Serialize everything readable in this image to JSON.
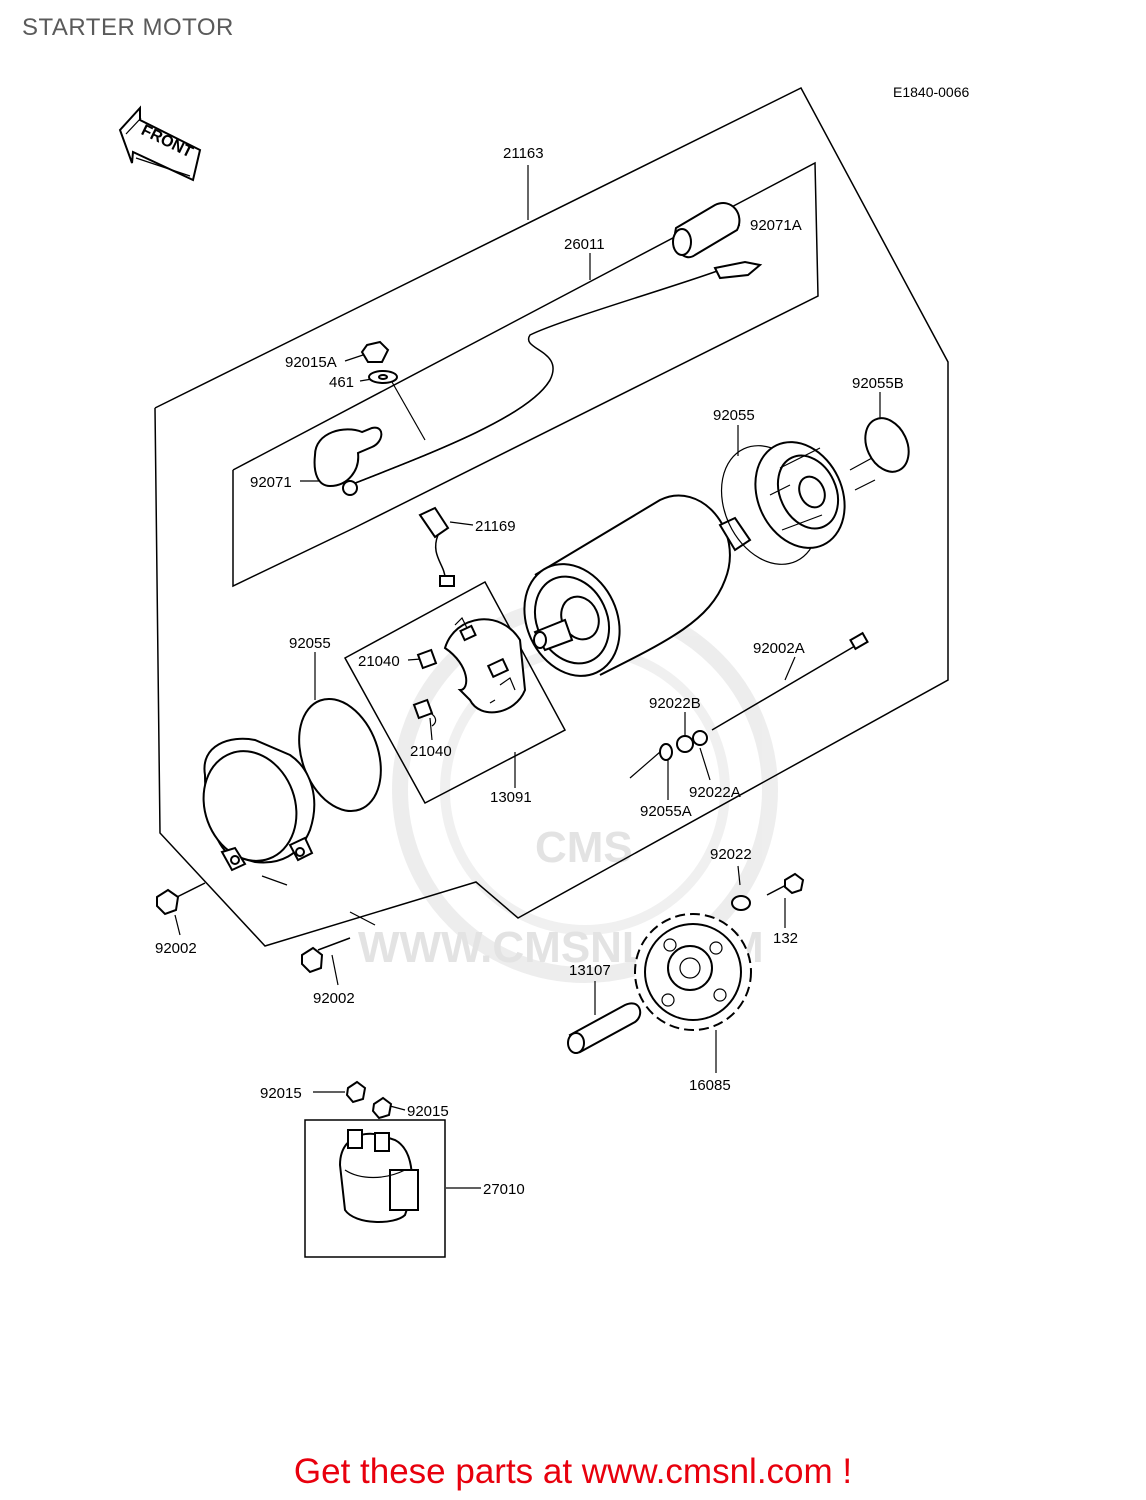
{
  "page": {
    "title": "STARTER MOTOR",
    "diagram_code": "E1840-0066"
  },
  "front_arrow": "FRONT",
  "watermark": {
    "logo": "CMS",
    "url": "WWW.CMSNL.COM"
  },
  "parts": {
    "p21163": "21163",
    "p26011": "26011",
    "p92071A": "92071A",
    "p92015A": "92015A",
    "p461": "461",
    "p92071": "92071",
    "p92055B": "92055B",
    "p92055_top": "92055",
    "p21169": "21169",
    "p92055_left": "92055",
    "p21040_a": "21040",
    "p21040_b": "21040",
    "p13091": "13091",
    "p92002A": "92002A",
    "p92022B": "92022B",
    "p92022A": "92022A",
    "p92055A": "92055A",
    "p92022": "92022",
    "p132": "132",
    "p92002_a": "92002",
    "p92002_b": "92002",
    "p13107": "13107",
    "p16085": "16085",
    "p92015_a": "92015",
    "p92015_b": "92015",
    "p27010": "27010"
  },
  "footer": {
    "text": "Get these parts at www.cmsnl.com !",
    "color": "#e8000d"
  }
}
